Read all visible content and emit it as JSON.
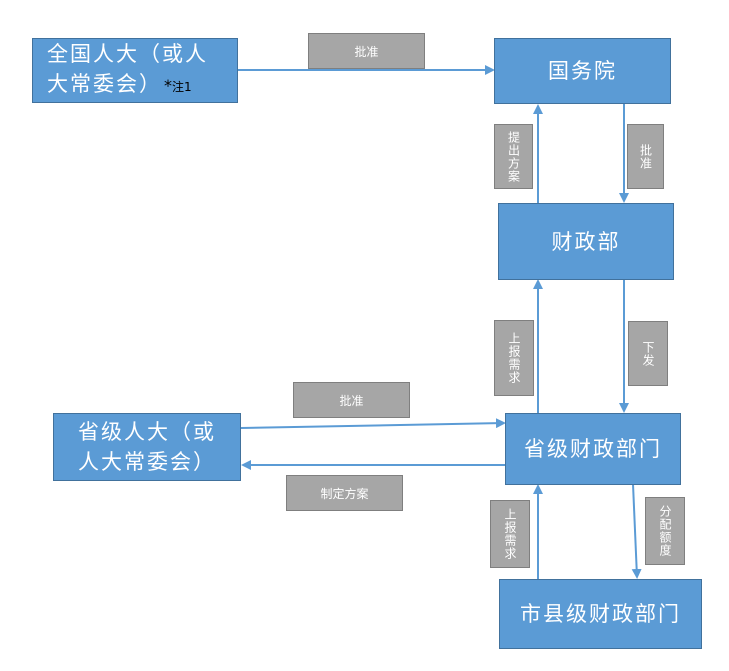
{
  "nodes": {
    "npc": {
      "line1": "全国人大（或人",
      "line2": "大常委会）",
      "note_mark": "*",
      "note_text": "注1"
    },
    "state_council": {
      "label": "国务院"
    },
    "mof": {
      "label": "财政部"
    },
    "provincial_npc": {
      "line1": "省级人大（或",
      "line2": "人大常委会）"
    },
    "provincial_finance": {
      "label": "省级财政部门"
    },
    "city_county_finance": {
      "label": "市县级财政部门"
    }
  },
  "labels": {
    "npc_approve": "批准",
    "submit_plan": "提出方案",
    "sc_approve": "批准",
    "report_demand_to_mof": "上报需求",
    "issue_down": "下发",
    "provincial_approve": "批准",
    "make_plan": "制定方案",
    "report_demand_to_province": "上报需求",
    "allocate_quota": "分配额度"
  },
  "colors": {
    "node_fill": "#5b9bd5",
    "node_border": "#41719c",
    "arrow": "#5b9bd5",
    "label_fill": "#a6a6a6"
  }
}
